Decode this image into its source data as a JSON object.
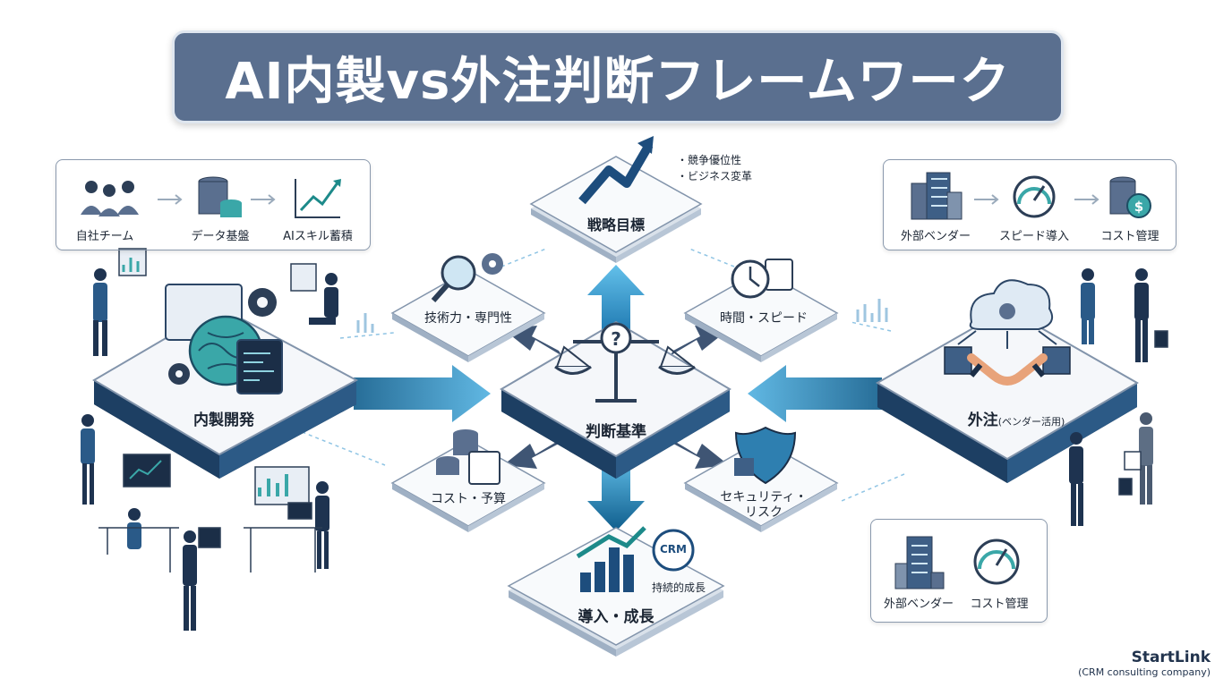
{
  "title": "AI内製vs外注判断フレームワーク",
  "hub": {
    "label": "判断基準"
  },
  "nodes": {
    "strategy": "戦略目標",
    "tech": "技術力・専門性",
    "time": "時間・スピード",
    "cost": "コスト・予算",
    "security_line1": "セキュリティ・",
    "security_line2": "リスク",
    "growth": "導入・成長",
    "growth_note": "持続的成長",
    "crm_badge": "CRM"
  },
  "strategy_bullets": [
    "・競争優位性",
    "・ビジネス変革"
  ],
  "inhouse": {
    "label": "内製開発",
    "flow": [
      "自社チーム",
      "データ基盤",
      "AIスキル蓄積"
    ]
  },
  "outsource": {
    "label_main": "外注",
    "label_sub": "(ベンダー活用)",
    "flow": [
      "外部ベンダー",
      "スピード導入",
      "コスト管理"
    ],
    "flow_lower": [
      "外部ベンダー",
      "コスト管理"
    ]
  },
  "brand": {
    "name": "StartLink",
    "sub": "(CRM consulting company)"
  },
  "colors": {
    "title_bg": "#5a6f8f",
    "accent": "#1f6f9f",
    "dark": "#14263f"
  }
}
